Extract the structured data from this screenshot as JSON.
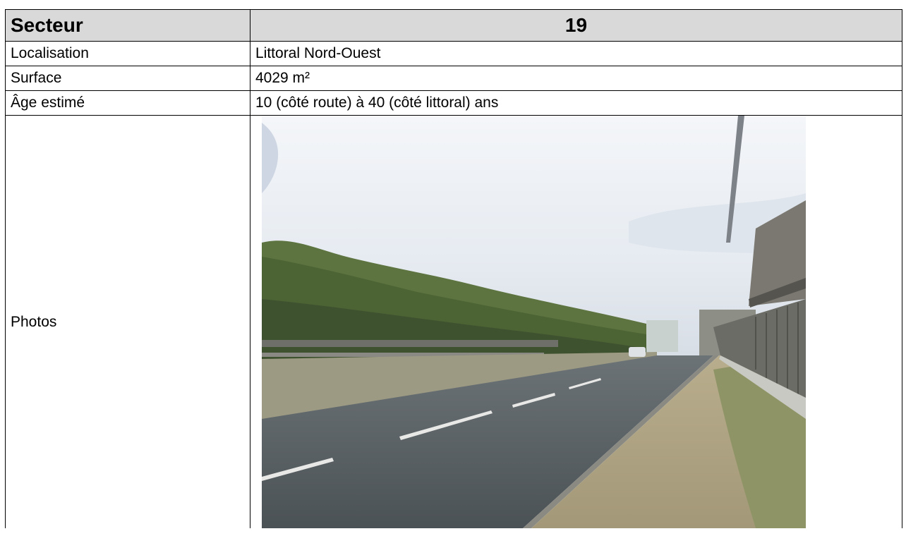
{
  "table": {
    "header": {
      "label": "Secteur",
      "value": "19"
    },
    "rows": [
      {
        "label": "Localisation",
        "value": "Littoral Nord-Ouest"
      },
      {
        "label": "Surface",
        "value": "4029 m²"
      },
      {
        "label": "Âge estimé",
        "value": "10 (côté route) à 40 (côté littoral) ans"
      }
    ],
    "photo_row": {
      "label": "Photos"
    }
  }
}
